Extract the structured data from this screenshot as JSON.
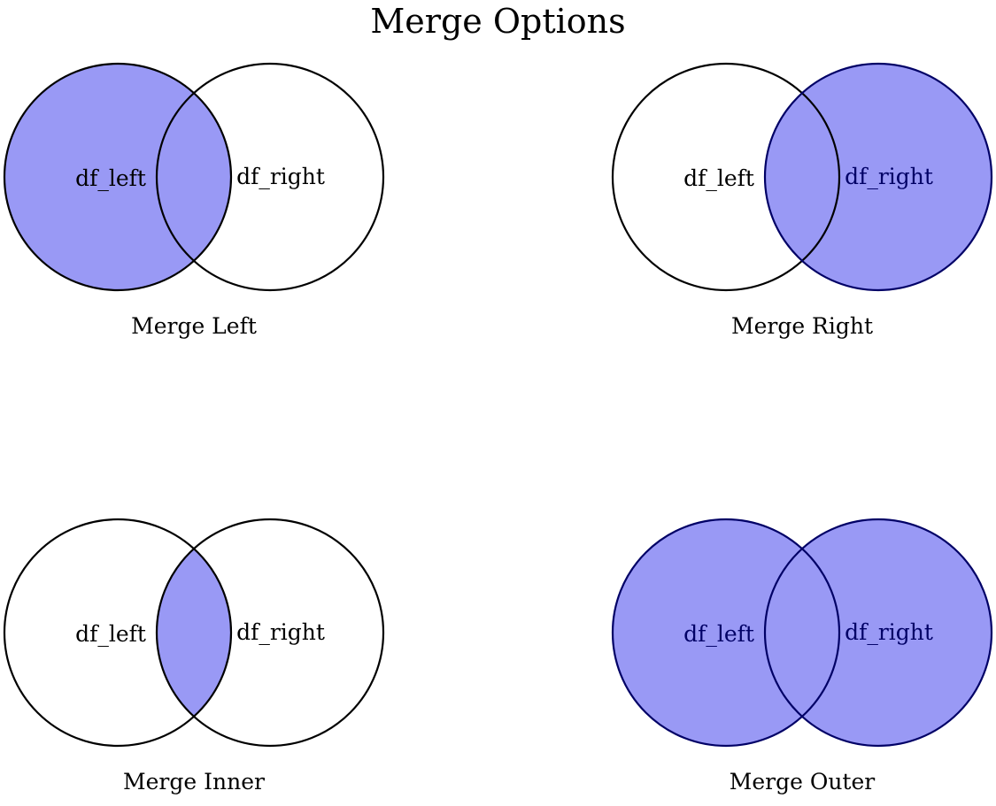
{
  "title": "Merge Options",
  "colors": {
    "fill": "#9999f5",
    "stroke": "#000000",
    "filled_stroke": "#000066",
    "filled_text": "#000066"
  },
  "panels": [
    {
      "caption": "Merge Left",
      "left_label": "df_left",
      "right_label": "df_right",
      "highlight": "left"
    },
    {
      "caption": "Merge Right",
      "left_label": "df_left",
      "right_label": "df_right",
      "highlight": "right"
    },
    {
      "caption": "Merge Inner",
      "left_label": "df_left",
      "right_label": "df_right",
      "highlight": "inner"
    },
    {
      "caption": "Merge Outer",
      "left_label": "df_left",
      "right_label": "df_right",
      "highlight": "outer"
    }
  ]
}
